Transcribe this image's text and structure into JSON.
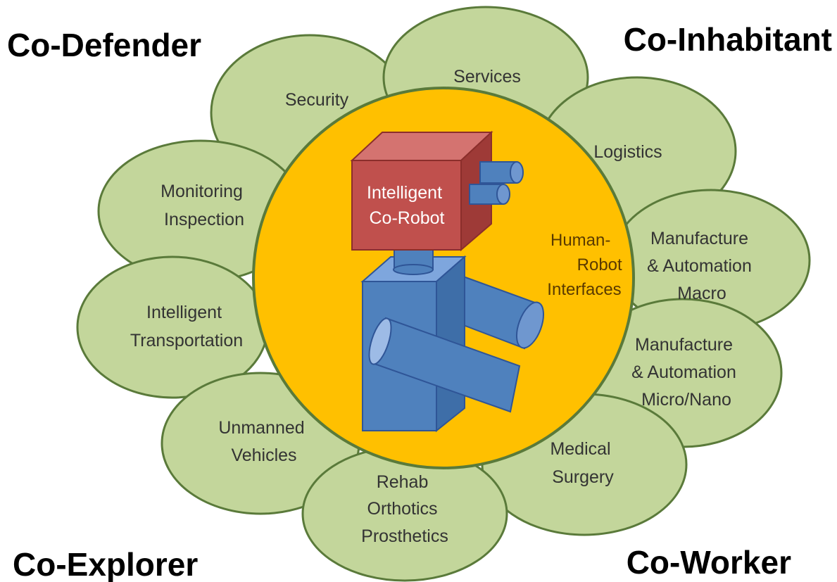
{
  "corners": {
    "top_left": "Co-Defender",
    "top_right": "Co-Inhabitant",
    "bottom_left": "Co-Explorer",
    "bottom_right": "Co-Worker"
  },
  "petals": {
    "security": [
      "Security"
    ],
    "services": [
      "Services"
    ],
    "logistics": [
      "Logistics"
    ],
    "monitoring": [
      "Monitoring",
      "Inspection"
    ],
    "macro": [
      "Manufacture",
      "& Automation",
      "Macro"
    ],
    "transportation": [
      "Intelligent",
      "Transportation"
    ],
    "micro": [
      "Manufacture",
      "& Automation",
      "Micro/Nano"
    ],
    "unmanned": [
      "Unmanned",
      "Vehicles"
    ],
    "medical": [
      "Medical",
      "Surgery"
    ],
    "rehab": [
      "Rehab",
      "Orthotics",
      "Prosthetics"
    ]
  },
  "center": {
    "robot_label": [
      "Intelligent",
      "Co-Robot"
    ],
    "interfaces_label": [
      "Human-",
      "Robot",
      "Interfaces"
    ]
  },
  "colors": {
    "petal_fill": "#c3d69b",
    "petal_stroke": "#5a7a3a",
    "center_fill": "#ffc000",
    "robot_head": "#c0504d",
    "robot_body": "#4f81bd"
  }
}
